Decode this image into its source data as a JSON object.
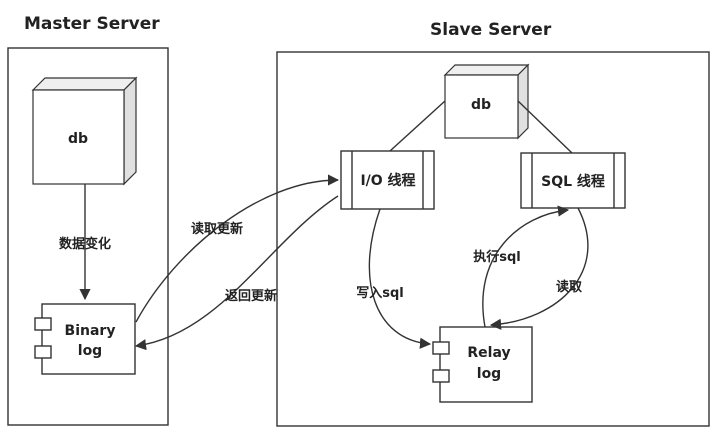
{
  "master": {
    "title": "Master Server",
    "db_label": "db",
    "binlog_line1": "Binary",
    "binlog_line2": "log"
  },
  "slave": {
    "title": "Slave Server",
    "db_label": "db",
    "io_thread": "I/O 线程",
    "sql_thread": "SQL 线程",
    "relay_line1": "Relay",
    "relay_line2": "log"
  },
  "edges": {
    "data_change": "数据变化",
    "read_update": "读取更新",
    "return_update": "返回更新",
    "write_sql": "写入sql",
    "exec_sql": "执行sql",
    "read": "读取"
  },
  "colors": {
    "stroke": "#333333",
    "cube_side": "#e0e0e0",
    "background": "#ffffff"
  }
}
